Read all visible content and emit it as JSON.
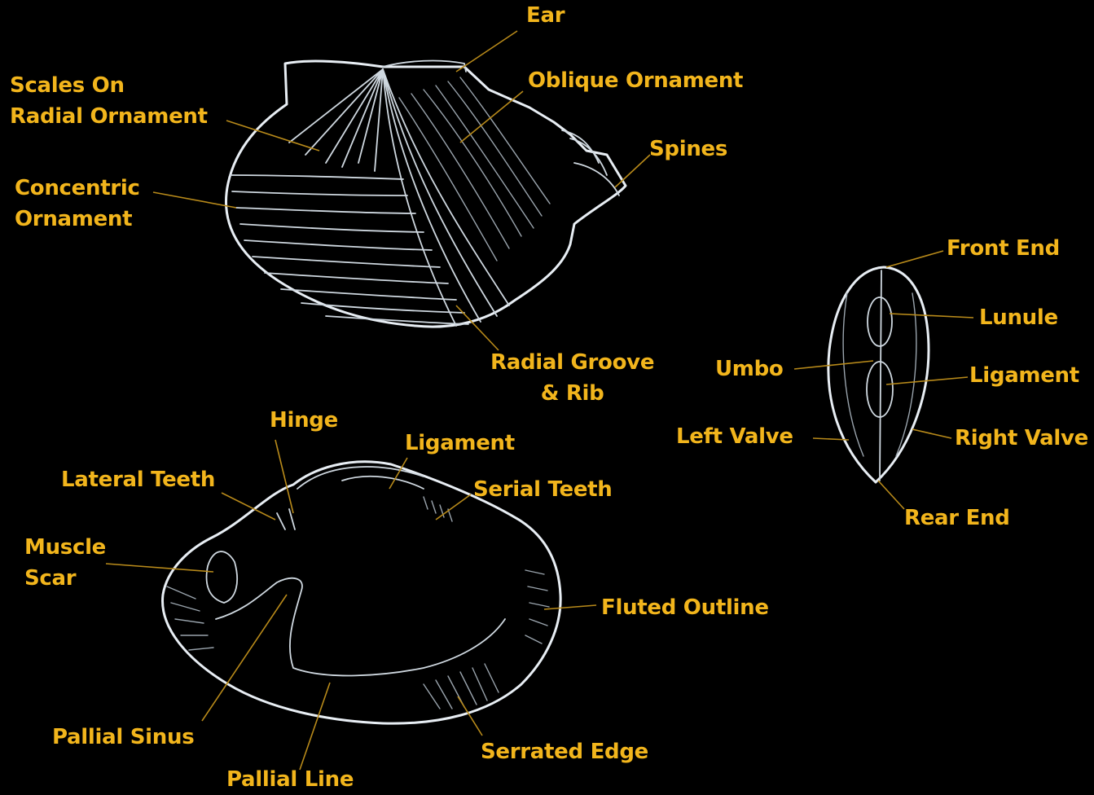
{
  "labels": {
    "ear": "Ear",
    "scales_1": "Scales On",
    "scales_2": "Radial Ornament",
    "oblique": "Oblique Ornament",
    "spines": "Spines",
    "concentric_1": "Concentric",
    "concentric_2": "Ornament",
    "radial_1": "Radial Groove",
    "radial_2": "& Rib",
    "front_end": "Front End",
    "lunule": "Lunule",
    "umbo": "Umbo",
    "ligament_right": "Ligament",
    "left_valve": "Left Valve",
    "right_valve": "Right Valve",
    "rear_end": "Rear End",
    "hinge": "Hinge",
    "ligament_interior": "Ligament",
    "lateral_teeth": "Lateral Teeth",
    "serial_teeth": "Serial Teeth",
    "muscle_1": "Muscle",
    "muscle_2": "Scar",
    "fluted": "Fluted Outline",
    "pallial_sinus": "Pallial Sinus",
    "serrated": "Serrated Edge",
    "pallial_line": "Pallial Line"
  },
  "colors": {
    "background": "#000000",
    "label": "#f2b51c",
    "leader": "#b88a1a",
    "shell_line": "#e8eef4"
  }
}
